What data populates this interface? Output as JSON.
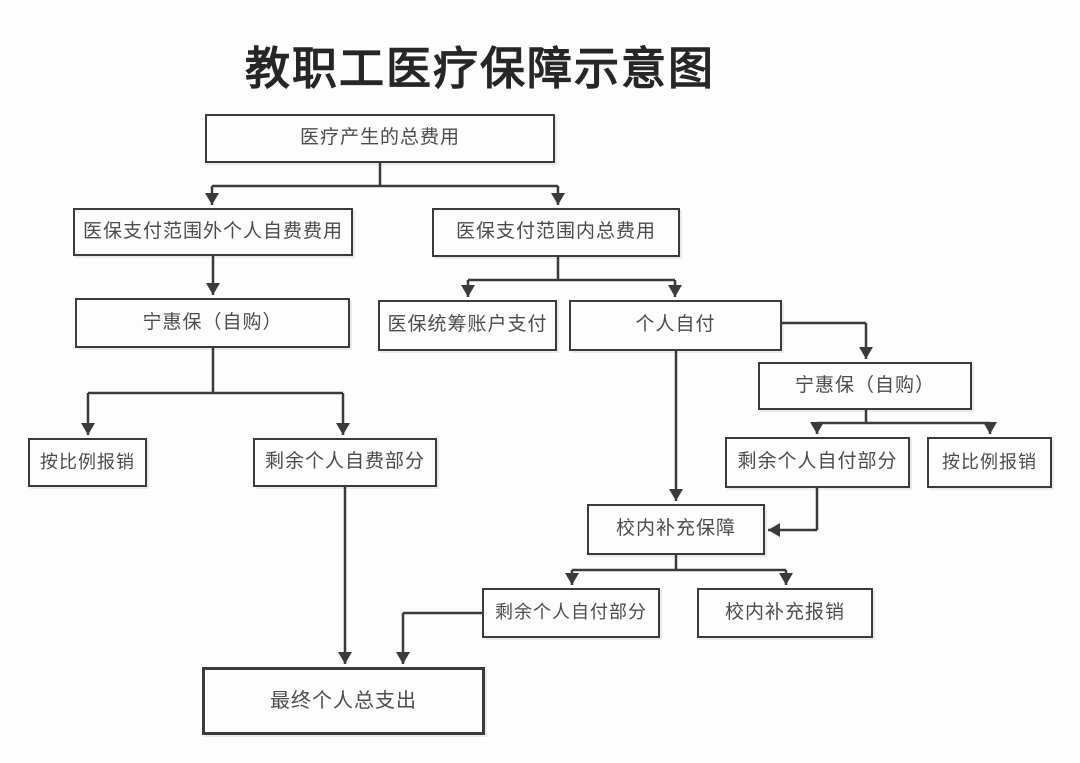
{
  "title": "教职工医疗保障示意图",
  "colors": {
    "line": "#3b3b3b",
    "box_border": "#3b3b3b",
    "box_text": "#4c4c4c",
    "title_text": "#262626",
    "background": "#fdfdfd"
  },
  "nodes": [
    {
      "id": "total-cost",
      "label": "医疗产生的总费用"
    },
    {
      "id": "out-of-scope-self-expense",
      "label": "医保支付范围外个人自费费用"
    },
    {
      "id": "in-scope-total",
      "label": "医保支付范围内总费用"
    },
    {
      "id": "ninghuibao-left",
      "label": "宁惠保（自购）"
    },
    {
      "id": "pooled-account-pay",
      "label": "医保统筹账户支付"
    },
    {
      "id": "personal-self-pay",
      "label": "个人自付"
    },
    {
      "id": "ninghuibao-right",
      "label": "宁惠保（自购）"
    },
    {
      "id": "proportional-reimburse-left",
      "label": "按比例报销"
    },
    {
      "id": "remaining-self-expense",
      "label": "剩余个人自费部分"
    },
    {
      "id": "remaining-self-pay-upper",
      "label": "剩余个人自付部分"
    },
    {
      "id": "proportional-reimburse-right",
      "label": "按比例报销"
    },
    {
      "id": "campus-supplement-guarantee",
      "label": "校内补充保障"
    },
    {
      "id": "remaining-self-pay-lower",
      "label": "剩余个人自付部分"
    },
    {
      "id": "campus-supplement-reimburse",
      "label": "校内补充报销"
    },
    {
      "id": "final-personal-total",
      "label": "最终个人总支出"
    }
  ],
  "edges": [
    {
      "from": "total-cost",
      "to": "out-of-scope-self-expense"
    },
    {
      "from": "total-cost",
      "to": "in-scope-total"
    },
    {
      "from": "out-of-scope-self-expense",
      "to": "ninghuibao-left"
    },
    {
      "from": "in-scope-total",
      "to": "pooled-account-pay"
    },
    {
      "from": "in-scope-total",
      "to": "personal-self-pay"
    },
    {
      "from": "ninghuibao-left",
      "to": "proportional-reimburse-left"
    },
    {
      "from": "ninghuibao-left",
      "to": "remaining-self-expense"
    },
    {
      "from": "personal-self-pay",
      "to": "ninghuibao-right"
    },
    {
      "from": "personal-self-pay",
      "to": "campus-supplement-guarantee"
    },
    {
      "from": "ninghuibao-right",
      "to": "remaining-self-pay-upper"
    },
    {
      "from": "ninghuibao-right",
      "to": "proportional-reimburse-right"
    },
    {
      "from": "remaining-self-pay-upper",
      "to": "campus-supplement-guarantee"
    },
    {
      "from": "campus-supplement-guarantee",
      "to": "remaining-self-pay-lower"
    },
    {
      "from": "campus-supplement-guarantee",
      "to": "campus-supplement-reimburse"
    },
    {
      "from": "remaining-self-expense",
      "to": "final-personal-total"
    },
    {
      "from": "remaining-self-pay-lower",
      "to": "final-personal-total"
    }
  ]
}
